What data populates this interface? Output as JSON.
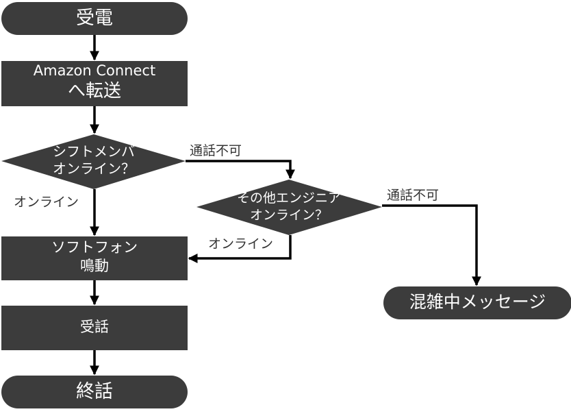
{
  "colors": {
    "node_fill": "#3c3c3c",
    "edge": "#000000",
    "node_text": "#ffffff",
    "edge_label": "#333333"
  },
  "nodes": {
    "start": {
      "label": "受電"
    },
    "transfer": {
      "line1": "Amazon Connect",
      "line2": "へ転送"
    },
    "decision_shift": {
      "line1": "シフトメンバ",
      "line2": "オンライン？"
    },
    "decision_other": {
      "line1": "その他エンジニア",
      "line2": "オンライン？"
    },
    "softphone": {
      "line1": "ソフトフォン",
      "line2": "鳴動"
    },
    "answer": {
      "label": "受話"
    },
    "end": {
      "label": "終話"
    },
    "busy": {
      "label": "混雑中メッセージ"
    }
  },
  "edges": {
    "shift_online": "オンライン",
    "shift_unavailable": "通話不可",
    "other_online": "オンライン",
    "other_unavailable": "通話不可"
  }
}
